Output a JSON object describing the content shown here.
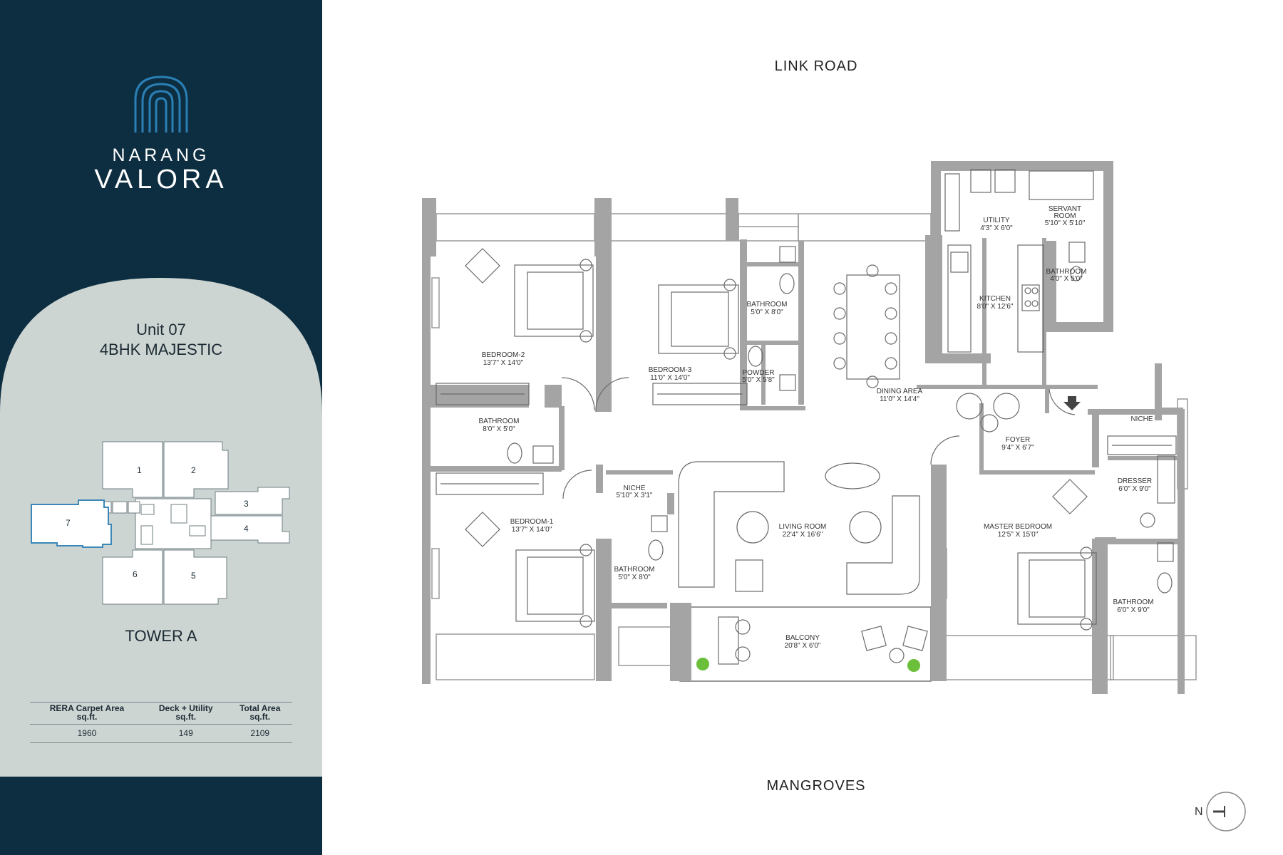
{
  "brand": {
    "line1": "NARANG",
    "line2": "VALORA"
  },
  "unit": {
    "number": "Unit 07",
    "type": "4BHK MAJESTIC"
  },
  "key_plan": {
    "tower": "TOWER A",
    "units": [
      "1",
      "2",
      "3",
      "4",
      "5",
      "6",
      "7"
    ],
    "highlighted_unit": "7"
  },
  "areas": {
    "headers": [
      [
        "RERA Carpet Area",
        "sq.ft."
      ],
      [
        "Deck + Utility",
        "sq.ft."
      ],
      [
        "Total Area",
        "sq.ft."
      ]
    ],
    "values": [
      "1960",
      "149",
      "2109"
    ]
  },
  "roads": {
    "top": "LINK ROAD",
    "bottom": "MANGROVES"
  },
  "compass": "N",
  "rooms": {
    "bedroom2": {
      "name": "BEDROOM-2",
      "dim": "13'7\" X 14'0\""
    },
    "bedroom3": {
      "name": "BEDROOM-3",
      "dim": "11'0\" X 14'0\""
    },
    "bath_b3": {
      "name": "BATHROOM",
      "dim": "5'0\" X 8'0\""
    },
    "powder": {
      "name": "POWDER",
      "dim": "5'0\" X 5'8\""
    },
    "bath_b2": {
      "name": "BATHROOM",
      "dim": "8'0\" X 5'0\""
    },
    "dining": {
      "name": "DINING AREA",
      "dim": "11'0\" X 14'4\""
    },
    "utility": {
      "name": "UTILITY",
      "dim": "4'3\" X 6'0\""
    },
    "servant": {
      "name": "SERVANT",
      "name2": "ROOM",
      "dim": "5'10\" X 5'10\""
    },
    "bath_servant": {
      "name": "BATHROOM",
      "dim": "4'0\" X 5'0\""
    },
    "kitchen": {
      "name": "KITCHEN",
      "dim": "8'0\" X 12'6\""
    },
    "foyer": {
      "name": "FOYER",
      "dim": "9'4\" X 6'7\""
    },
    "niche_right": {
      "name": "NICHE"
    },
    "niche_left": {
      "name": "NICHE",
      "dim": "5'10\" X 3'1\""
    },
    "bedroom1": {
      "name": "BEDROOM-1",
      "dim": "13'7\" X 14'0\""
    },
    "bath_b1": {
      "name": "BATHROOM",
      "dim": "5'0\" X 8'0\""
    },
    "living": {
      "name": "LIVING ROOM",
      "dim": "22'4\" X 16'6\""
    },
    "balcony": {
      "name": "BALCONY",
      "dim": "20'8\" X 6'0\""
    },
    "master": {
      "name": "MASTER BEDROOM",
      "dim": "12'5\" X 15'0\""
    },
    "dresser": {
      "name": "DRESSER",
      "dim": "6'0\" X 9'0\""
    },
    "bath_master": {
      "name": "BATHROOM",
      "dim": "6'0\" X 9'0\""
    }
  },
  "colors": {
    "sidebar": "#0d2e40",
    "arch": "#cdd5d3",
    "logo": "#2a7fb5",
    "wall": "#a4a4a4",
    "highlight": "#3b88b8"
  }
}
